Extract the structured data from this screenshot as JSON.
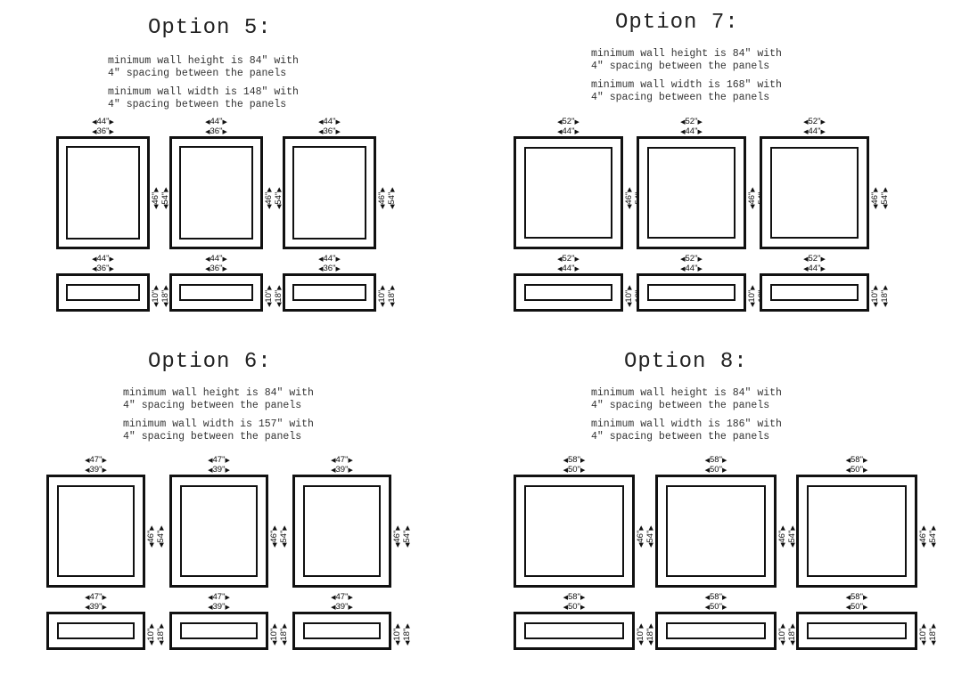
{
  "options": [
    {
      "title": "Option 5:",
      "height_note": "minimum wall height is 84\" with\n4\" spacing between the panels",
      "width_note": "minimum wall width is 148\" with\n4\" spacing between the panels",
      "outer_w": "44\"",
      "inner_w": "36\"",
      "tall_inner_h": "46\"",
      "tall_outer_h": "54\"",
      "short_inner_h": "10\"",
      "short_outer_h": "18\""
    },
    {
      "title": "Option 7:",
      "height_note": "minimum wall height is 84\" with\n4\" spacing between the panels",
      "width_note": "minimum wall width is 168\" with\n4\" spacing between the panels",
      "outer_w": "52\"",
      "inner_w": "44\"",
      "tall_inner_h": "46\"",
      "tall_outer_h": "54\"",
      "short_inner_h": "10\"",
      "short_outer_h": "18\""
    },
    {
      "title": "Option 6:",
      "height_note": "minimum wall height is 84\" with\n4\" spacing between the panels",
      "width_note": "minimum wall width is 157\" with\n4\" spacing between the panels",
      "outer_w": "47\"",
      "inner_w": "39\"",
      "tall_inner_h": "46\"",
      "tall_outer_h": "54\"",
      "short_inner_h": "10\"",
      "short_outer_h": "18\""
    },
    {
      "title": "Option 8:",
      "height_note": "minimum wall height is 84\" with\n4\" spacing between the panels",
      "width_note": "minimum wall width is 186\" with\n4\" spacing between the panels",
      "outer_w": "58\"",
      "inner_w": "50\"",
      "tall_inner_h": "46\"",
      "tall_outer_h": "54\"",
      "short_inner_h": "10\"",
      "short_outer_h": "18\""
    }
  ]
}
